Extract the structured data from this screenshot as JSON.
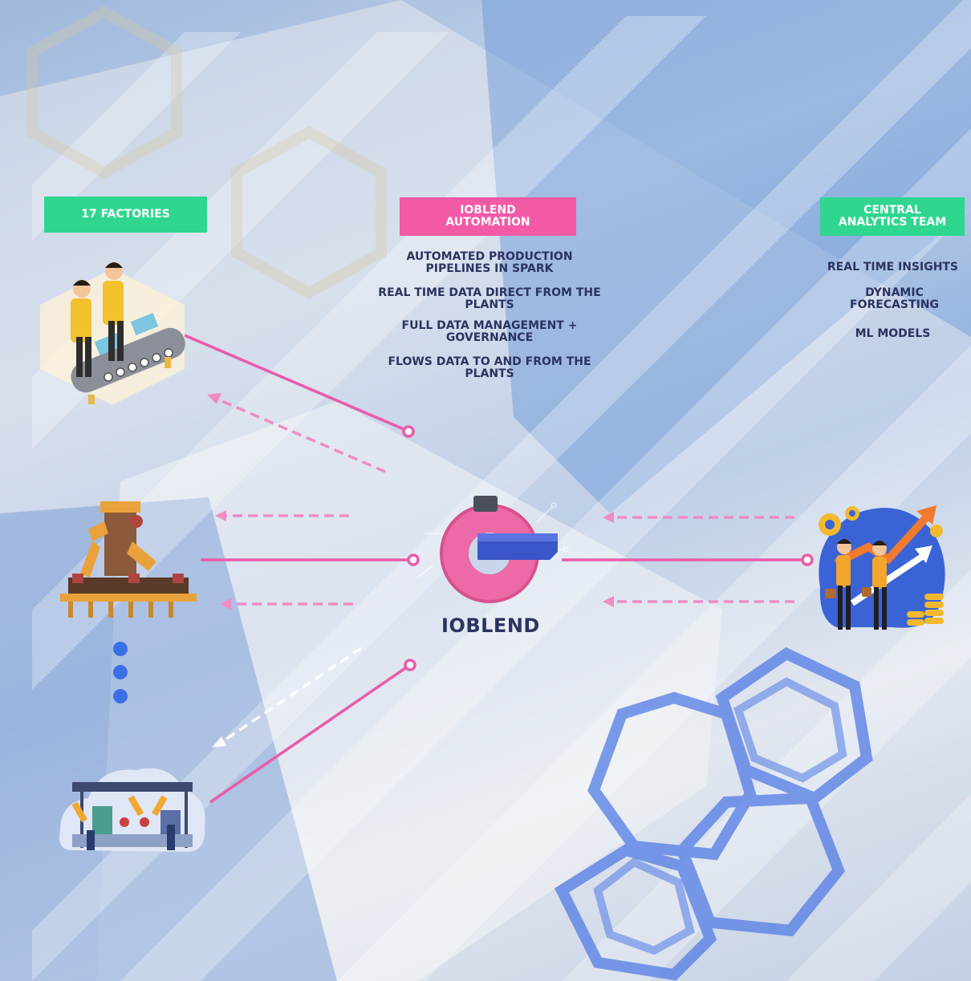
{
  "diagram": {
    "factories_label": "17 FACTORIES",
    "automation_label": "IOBLEND\nAUTOMATION",
    "analytics_label": "CENTRAL\nANALYTICS TEAM",
    "automation_features": [
      "AUTOMATED PRODUCTION\nPIPELINES IN SPARK",
      "REAL TIME DATA DIRECT FROM THE\nPLANTS",
      "FULL DATA MANAGEMENT +\nGOVERNANCE",
      "FLOWS DATA TO AND FROM THE\nPLANTS"
    ],
    "analytics_features": [
      "REAL TIME INSIGHTS",
      "DYNAMIC\nFORECASTING",
      "ML MODELS"
    ],
    "center_title": "IOBLEND"
  },
  "colors": {
    "green": "#2fd68f",
    "pink": "#f25aa5",
    "navy": "#2b3360",
    "connector": "#ea5ba8",
    "blue_dot": "#3b6fe6"
  },
  "icons": [
    "factory-workers-icon",
    "robotic-arm-icon",
    "factory-cloud-icon",
    "ioblend-logo-icon",
    "analytics-team-icon"
  ]
}
